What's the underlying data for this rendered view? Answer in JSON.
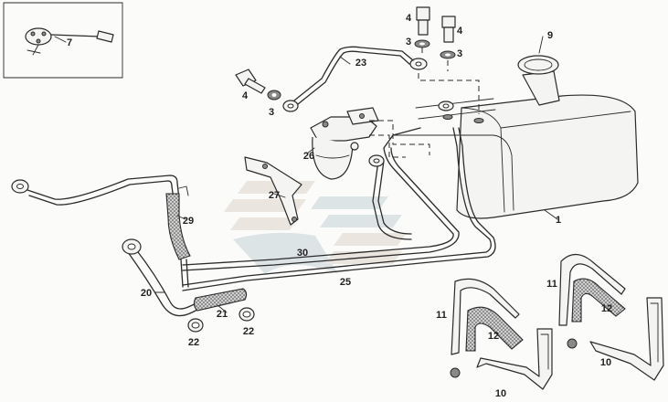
{
  "diagram": {
    "callouts": {
      "tank": "1",
      "washer": "3",
      "bolt": "4",
      "sender_unit": "7",
      "filler_neck": "9",
      "strap_bracket": "10",
      "strap": "11",
      "strap_pad": "12",
      "line_20": "20",
      "line_21": "21",
      "clamp": "22",
      "line_23": "23",
      "line_25": "25",
      "fuel_filter": "26",
      "filter_bracket": "27",
      "hose": "29",
      "line_30": "30"
    }
  }
}
